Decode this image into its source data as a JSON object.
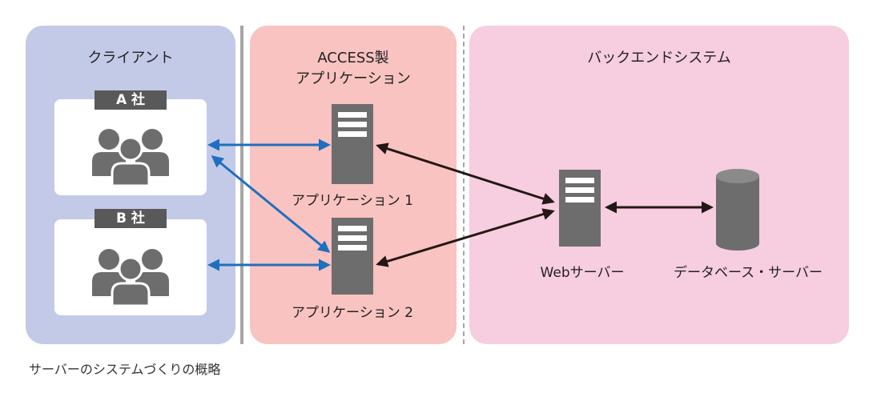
{
  "zones": {
    "client": {
      "title": "クライアント",
      "color": "#c3cae7"
    },
    "access": {
      "title_line1": "ACCESS製",
      "title_line2": "アプリケーション",
      "color": "#f8c3c0"
    },
    "backend": {
      "title": "バックエンドシステム",
      "color": "#f7cde0"
    }
  },
  "companies": [
    {
      "tag": "A 社"
    },
    {
      "tag": "B 社"
    }
  ],
  "apps": [
    {
      "label": "アプリケーション 1"
    },
    {
      "label": "アプリケーション 2"
    }
  ],
  "web_server": {
    "label": "Webサーバー"
  },
  "db_server": {
    "label": "データベース・サーバー"
  },
  "caption": "サーバーのシステムづくりの概略",
  "colors": {
    "blue_arrow": "#1f6fbf",
    "black_arrow": "#231815",
    "icon_gray": "#6d6d6d",
    "tag_bg": "#595959"
  }
}
